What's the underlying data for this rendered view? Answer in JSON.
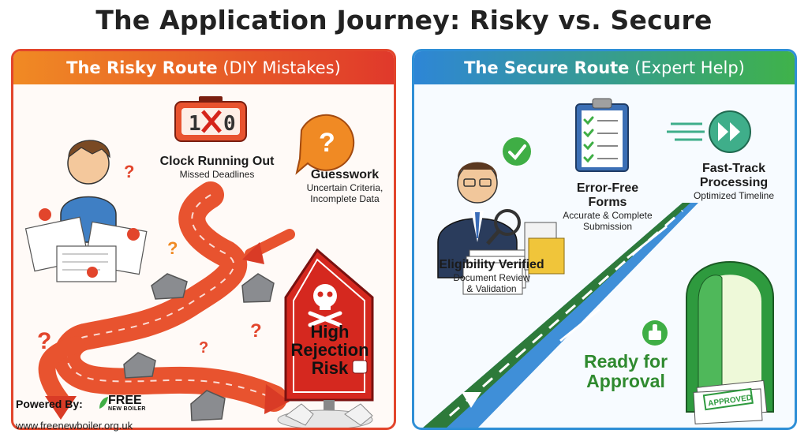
{
  "title": "The Application Journey: Risky vs. Secure",
  "risky": {
    "header_bold": "The Risky Route",
    "header_sub": "(DIY Mistakes)",
    "clock_label": "Clock Running Out",
    "clock_sub": "Missed Deadlines",
    "guess_label": "Guesswork",
    "guess_sub1": "Uncertain Criteria,",
    "guess_sub2": "Incomplete Data",
    "risk_line1": "High",
    "risk_line2": "Rejection",
    "risk_line3": "Risk"
  },
  "secure": {
    "header_bold": "The Secure Route",
    "header_sub": "(Expert Help)",
    "forms_label1": "Error-Free",
    "forms_label2": "Forms",
    "forms_sub1": "Accurate & Complete",
    "forms_sub2": "Submission",
    "fast_label1": "Fast-Track",
    "fast_label2": "Processing",
    "fast_sub": "Optimized Timeline",
    "elig_label": "Eligibility Verified",
    "elig_sub1": "Document Review",
    "elig_sub2": "& Validation",
    "ready_line1": "Ready for",
    "ready_line2": "Approval",
    "stamp": "APPROVED"
  },
  "footer": {
    "powered": "Powered By:",
    "brand_line1": "FREE",
    "brand_line2": "NEW BOILER",
    "url": "www.freenewboiler.org.uk"
  },
  "colors": {
    "risky_border": "#e2452c",
    "secure_border": "#2f8fd6",
    "ready_green": "#2f8a2f"
  }
}
